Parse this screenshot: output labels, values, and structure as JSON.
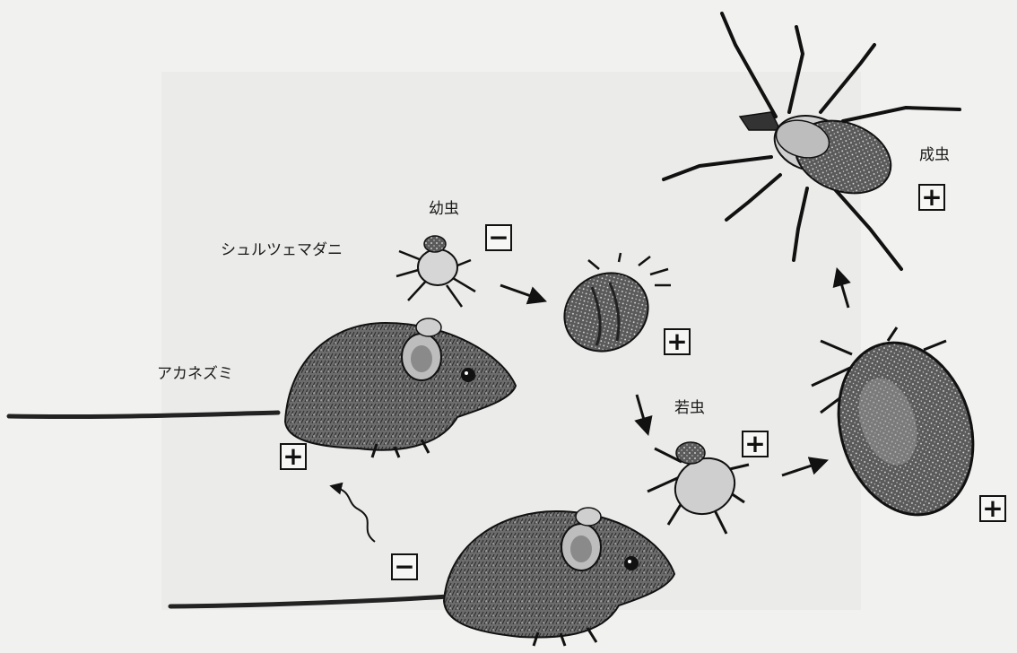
{
  "labels": {
    "tick_species": "シュルツェマダニ",
    "mouse_species": "アカネズミ",
    "larva": "幼虫",
    "nymph": "若虫",
    "adult": "成虫"
  },
  "signs": {
    "larva": "−",
    "engorged_larva": "+",
    "nymph": "+",
    "engorged_nymph": "+",
    "adult": "+",
    "mouse_top": "+",
    "mouse_bottom": "−"
  },
  "colors": {
    "ink": "#111111",
    "paper": "#f1f1ef",
    "body_fill": "#3a3a3a"
  }
}
